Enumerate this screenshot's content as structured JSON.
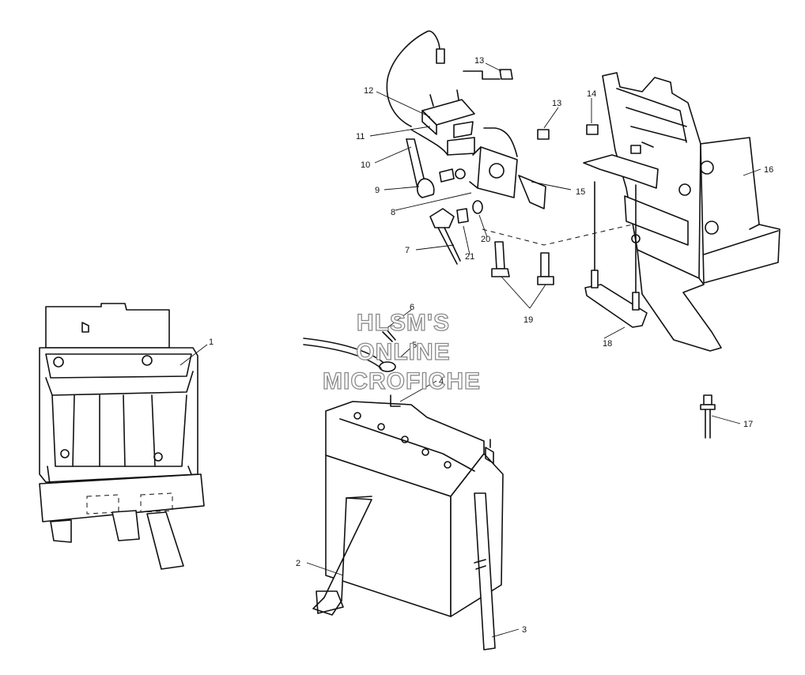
{
  "watermark": {
    "line1": "HLSM'S",
    "line2": "ONLINE",
    "line3": "MICROFICHE"
  },
  "callouts": {
    "c1": "1",
    "c2": "2",
    "c3": "3",
    "c4": "4",
    "c5": "5",
    "c6": "6",
    "c7": "7",
    "c8": "8",
    "c9": "9",
    "c10": "10",
    "c11": "11",
    "c12": "12",
    "c13a": "13",
    "c13b": "13",
    "c14": "14",
    "c15": "15",
    "c16": "16",
    "c17": "17",
    "c18": "18",
    "c19": "19",
    "c20": "20",
    "c21": "21"
  }
}
